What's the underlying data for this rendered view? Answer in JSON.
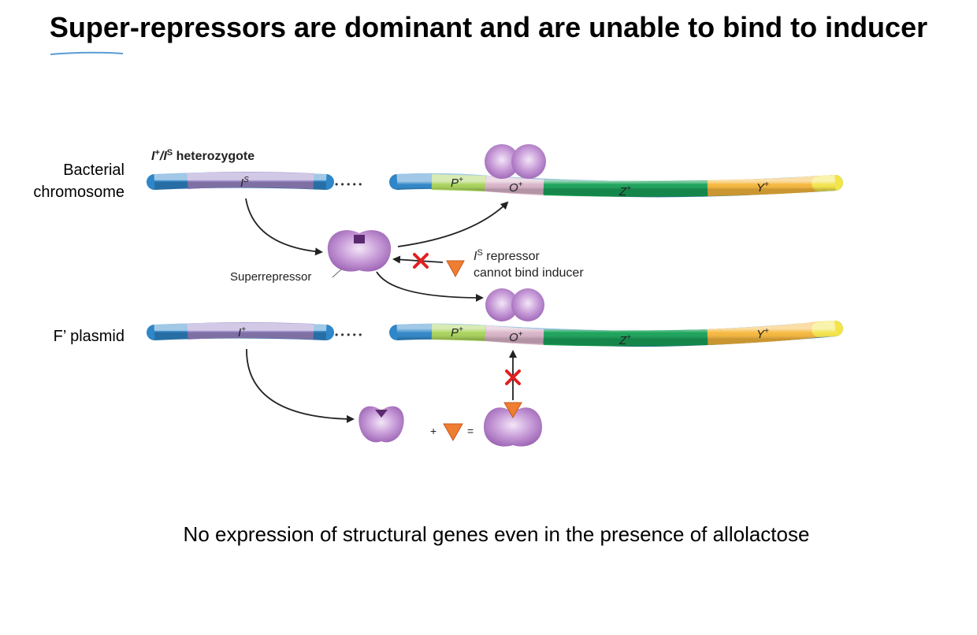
{
  "title": "Super-repressors are dominant and are unable to bind to inducer",
  "labels": {
    "bacterial_line1": "Bacterial",
    "bacterial_line2": "chromosome",
    "f_plasmid": "F’ plasmid",
    "heterozygote_I1": "I",
    "heterozygote_sup1": "+",
    "heterozygote_sep": "/",
    "heterozygote_I2": "I",
    "heterozygote_sup2": "S",
    "heterozygote_rest": " heterozygote",
    "superrepressor": "Superrepressor",
    "is_repressor_I": "I",
    "is_repressor_sup": "S",
    "is_repressor_rest": " repressor",
    "cannot_bind": "cannot bind inducer",
    "plus": "+",
    "equals": "="
  },
  "genes": {
    "is_gene": "I",
    "is_sup": "S",
    "iplus_gene": "I",
    "iplus_sup": "+",
    "p": "P",
    "o": "O",
    "z": "Z",
    "y": "Y",
    "plus": "+",
    "dots": "• • • • •"
  },
  "footer": "No expression of structural genes even in the presence of allolactose",
  "colors": {
    "blue": "#2f86c8",
    "purple": "#9b88c8",
    "lightgreen": "#a8d35a",
    "pink": "#d9b4c8",
    "green": "#1aa35a",
    "orange": "#f6b73c",
    "yellow": "#f3e44a",
    "protein": "#b07cc6",
    "inducer": "#ef7d32",
    "cross": "#e02020"
  }
}
